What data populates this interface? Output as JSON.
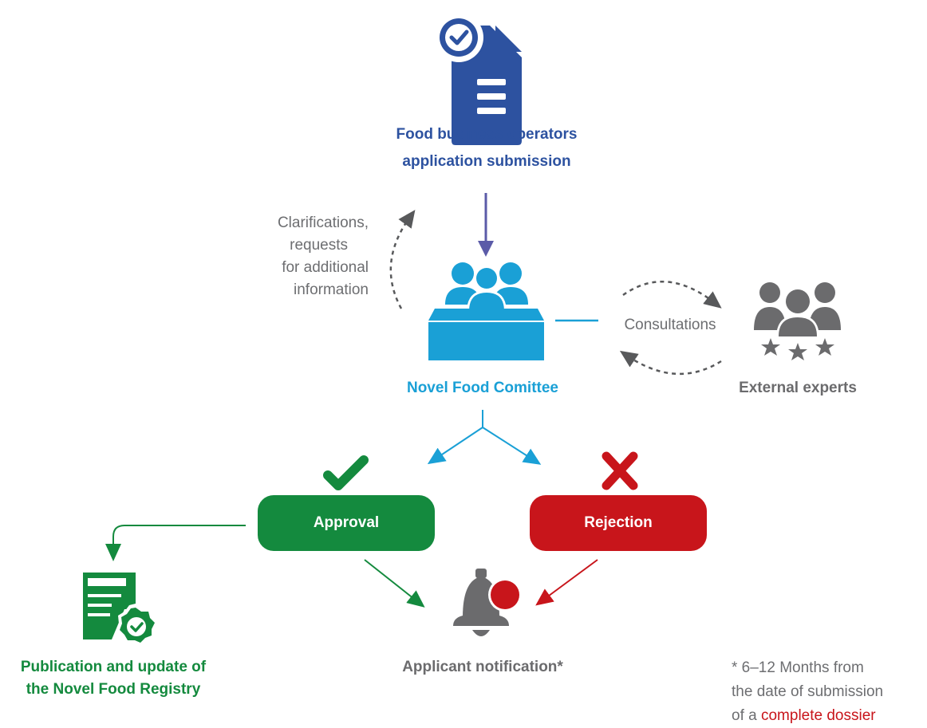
{
  "nodes": {
    "submission": {
      "line1": "Food business operators",
      "line2": "application submission"
    },
    "committee": {
      "label": "Novel Food Comittee"
    },
    "experts": {
      "label": "External experts"
    },
    "approval": {
      "label": "Approval"
    },
    "rejection": {
      "label": "Rejection"
    },
    "notification": {
      "label": "Applicant notification*"
    },
    "registry": {
      "line1": "Publication and update of",
      "line2": "the Novel Food Registry"
    }
  },
  "annotations": {
    "clarifications": [
      "Clarifications,",
      "requests",
      "for additional",
      "information"
    ],
    "consultations": "Consultations"
  },
  "footnote": {
    "line1": "* 6–12 Months from",
    "line2": "the date of submission",
    "line3_prefix": "of a ",
    "line3_highlight": "complete dossier"
  },
  "colors": {
    "blue": "#2d52a0",
    "cyan": "#1aa0d6",
    "grey": "#6b6b6d",
    "green": "#148a3e",
    "red": "#c8151b",
    "purple_arrow": "#5b5ba8"
  }
}
